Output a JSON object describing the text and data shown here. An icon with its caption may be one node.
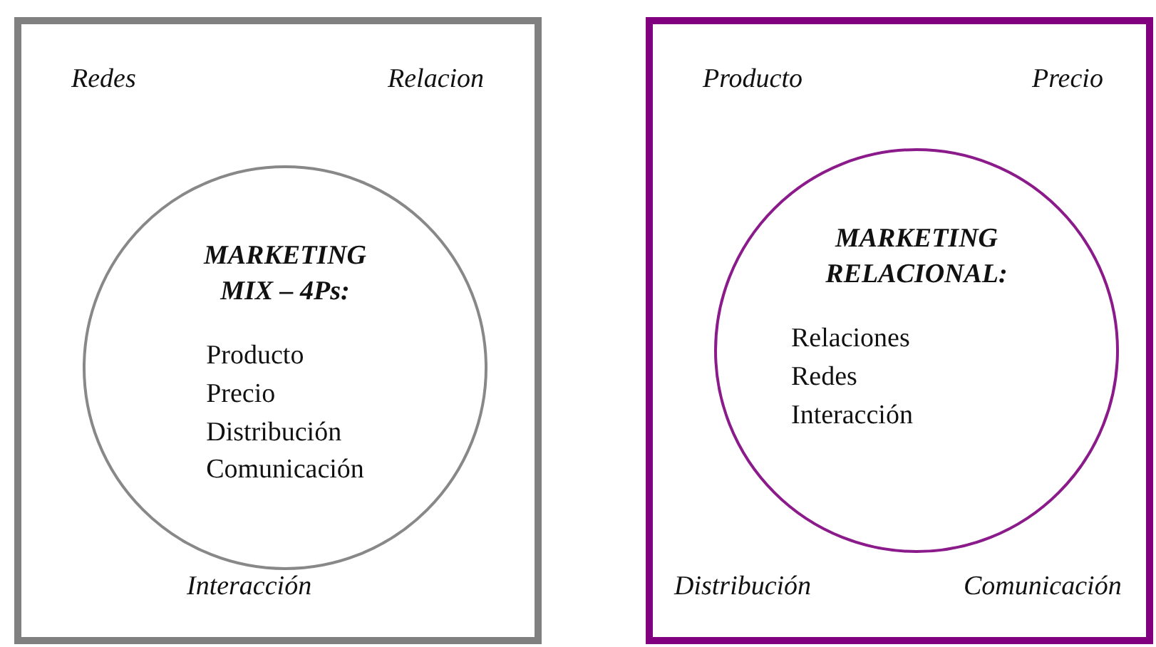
{
  "diagram": {
    "nodes": [
      {
        "text": [],
        "shape": "box"
      },
      {
        "text": [
          "MARKETING MIX – 4Ps:",
          "Producto Precio Distribución Comunicación"
        ],
        "in": 0
      },
      {
        "text": [],
        "shape": "box"
      },
      {
        "text": [
          "MARKETING RELACIONAL:",
          "Relaciones Redes Interacción"
        ],
        "in": 2
      }
    ],
    "edges": [],
    "labels": [
      "Redes",
      "Relacion",
      "Producto",
      "Precio",
      "Interacción",
      "Distribución",
      "Comunicación"
    ]
  }
}
